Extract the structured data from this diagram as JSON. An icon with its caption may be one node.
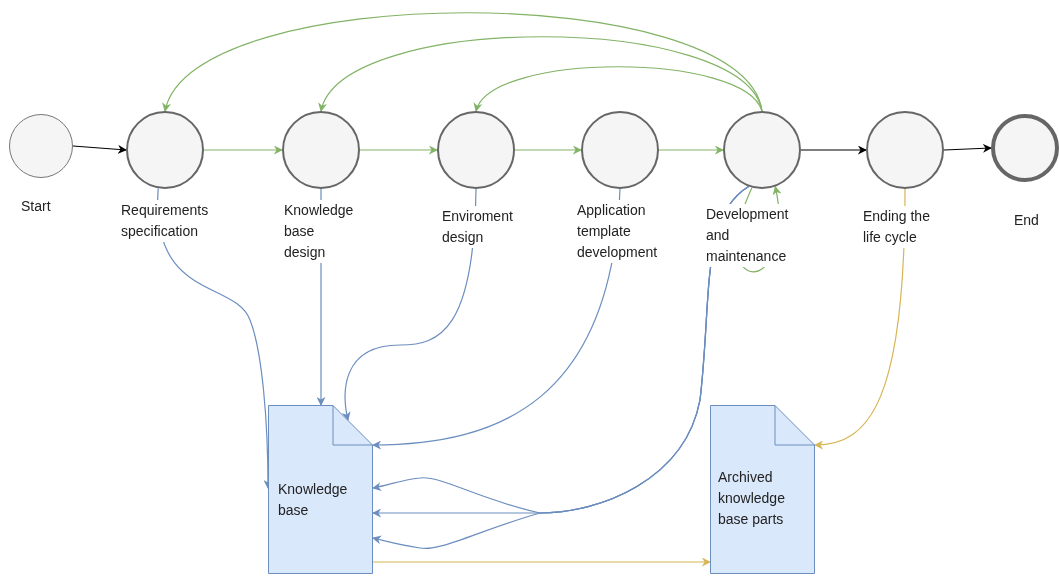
{
  "diagram": {
    "nodes": [
      {
        "text": [
          "Start"
        ]
      },
      {
        "text": [
          "Requirements specification"
        ]
      },
      {
        "text": [
          "Knowledge base design"
        ]
      },
      {
        "text": [
          "Enviroment design"
        ]
      },
      {
        "text": [
          "Application template development"
        ]
      },
      {
        "text": [
          "Development and maintenance"
        ]
      },
      {
        "text": [
          "Ending the life cycle"
        ]
      },
      {
        "text": [
          "End"
        ]
      },
      {
        "text": [
          "Knowledge base"
        ]
      },
      {
        "text": [
          "Archived knowledge base parts"
        ]
      }
    ],
    "edges": [
      {
        "from": 0,
        "to": 1,
        "arrow": "to",
        "color": "#000000"
      },
      {
        "from": 1,
        "to": 2,
        "arrow": "to"
      },
      {
        "from": 2,
        "to": 3,
        "arrow": "to"
      },
      {
        "from": 3,
        "to": 4,
        "arrow": "to"
      },
      {
        "from": 4,
        "to": 5,
        "arrow": "to"
      },
      {
        "from": 5,
        "to": 6,
        "arrow": "to",
        "color": "#000000"
      },
      {
        "from": 6,
        "to": 7,
        "arrow": "to",
        "color": "#000000"
      },
      {
        "from": 5,
        "to": 1,
        "arrow": "to"
      },
      {
        "from": 5,
        "to": 2,
        "arrow": "to"
      },
      {
        "from": 5,
        "to": 3,
        "arrow": "to"
      },
      {
        "from": 5,
        "to": 5,
        "arrow": "to"
      },
      {
        "from": 1,
        "to": 8,
        "arrow": "to",
        "color": "#6c8ebf"
      },
      {
        "from": 2,
        "to": 8,
        "arrow": "to",
        "color": "#6c8ebf"
      },
      {
        "from": 3,
        "to": 8,
        "arrow": "to",
        "color": "#6c8ebf"
      },
      {
        "from": 4,
        "to": 8,
        "arrow": "to",
        "color": "#6c8ebf"
      },
      {
        "from": 5,
        "to": 8,
        "arrow": "to",
        "color": "#6c8ebf"
      },
      {
        "from": 5,
        "to": 8,
        "arrow": "to",
        "color": "#6c8ebf"
      },
      {
        "from": 5,
        "to": 8,
        "arrow": "to",
        "color": "#6c8ebf"
      },
      {
        "from": 6,
        "to": 9,
        "arrow": "to",
        "color": "#d6b656"
      },
      {
        "from": 8,
        "to": 9,
        "arrow": "to",
        "color": "#d6b656"
      }
    ]
  }
}
